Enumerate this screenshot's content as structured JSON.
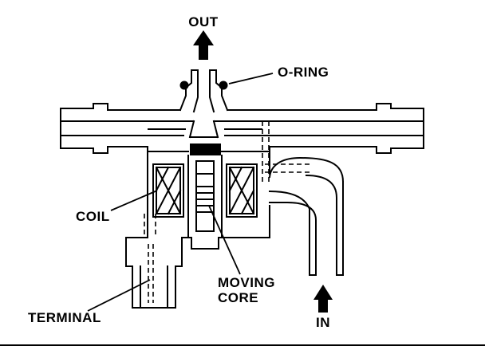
{
  "diagram": {
    "labels": {
      "out": "OUT",
      "o_ring": "O-RING",
      "coil": "COIL",
      "terminal": "TERMINAL",
      "moving_core_line1": "MOVING",
      "moving_core_line2": "CORE",
      "in": "IN"
    },
    "colors": {
      "line": "#000000",
      "fill_solid": "#000000",
      "background": "#ffffff"
    }
  }
}
